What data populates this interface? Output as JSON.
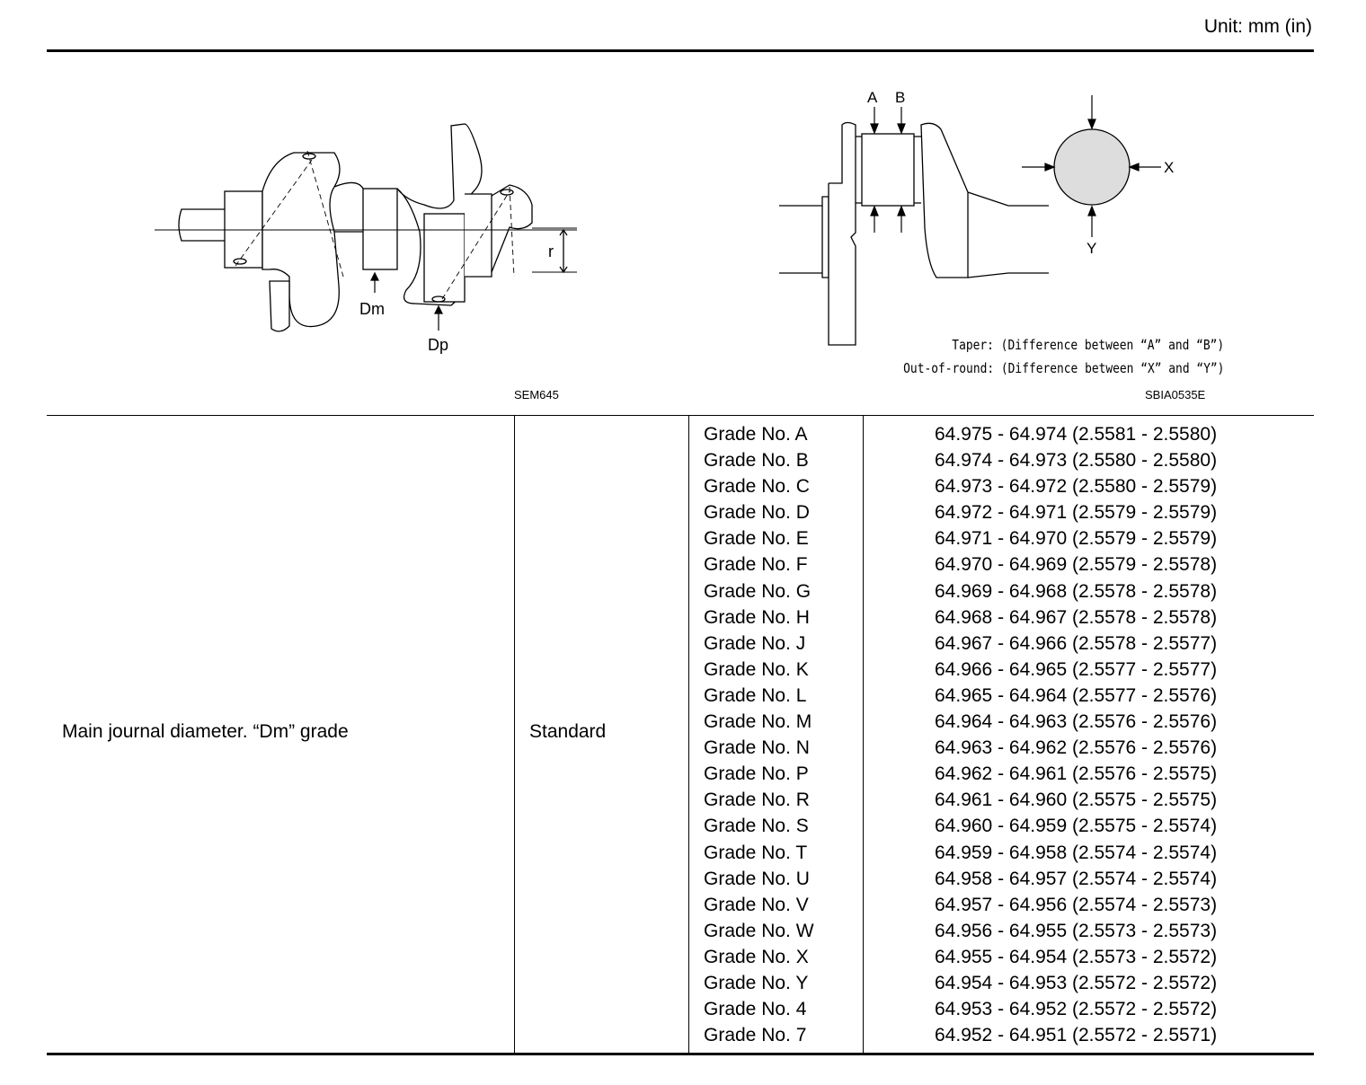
{
  "header": {
    "unit": "Unit: mm (in)"
  },
  "figure": {
    "left_code": "SEM645",
    "right_code": "SBIA0535E",
    "left_labels": {
      "dm": "Dm",
      "dp": "Dp",
      "r": "r"
    },
    "right_labels": {
      "a": "A",
      "b": "B",
      "x": "X",
      "y": "Y"
    },
    "captions": {
      "taper": "Taper: (Difference between “A” and “B”)",
      "out_of_round": "Out-of-round: (Difference between “X” and “Y”)"
    }
  },
  "table": {
    "item": "Main journal diameter. “Dm” grade",
    "condition": "Standard",
    "rows": [
      {
        "grade": "Grade No. A",
        "value": "64.975 - 64.974 (2.5581 - 2.5580)"
      },
      {
        "grade": "Grade No. B",
        "value": "64.974 - 64.973 (2.5580 - 2.5580)"
      },
      {
        "grade": "Grade No. C",
        "value": "64.973 - 64.972 (2.5580 - 2.5579)"
      },
      {
        "grade": "Grade No. D",
        "value": "64.972 - 64.971 (2.5579 - 2.5579)"
      },
      {
        "grade": "Grade No. E",
        "value": "64.971 - 64.970 (2.5579 - 2.5579)"
      },
      {
        "grade": "Grade No. F",
        "value": "64.970 - 64.969 (2.5579 - 2.5578)"
      },
      {
        "grade": "Grade No. G",
        "value": "64.969 - 64.968 (2.5578 - 2.5578)"
      },
      {
        "grade": "Grade No. H",
        "value": "64.968 - 64.967 (2.5578 - 2.5578)"
      },
      {
        "grade": "Grade No. J",
        "value": "64.967 - 64.966 (2.5578 - 2.5577)"
      },
      {
        "grade": "Grade No. K",
        "value": "64.966 - 64.965 (2.5577 - 2.5577)"
      },
      {
        "grade": "Grade No. L",
        "value": "64.965 - 64.964 (2.5577 - 2.5576)"
      },
      {
        "grade": "Grade No. M",
        "value": "64.964 - 64.963 (2.5576 - 2.5576)"
      },
      {
        "grade": "Grade No. N",
        "value": "64.963 - 64.962 (2.5576 - 2.5576)"
      },
      {
        "grade": "Grade No. P",
        "value": "64.962 - 64.961 (2.5576 - 2.5575)"
      },
      {
        "grade": "Grade No. R",
        "value": "64.961 - 64.960 (2.5575 - 2.5575)"
      },
      {
        "grade": "Grade No. S",
        "value": "64.960 - 64.959 (2.5575 - 2.5574)"
      },
      {
        "grade": "Grade No. T",
        "value": "64.959 - 64.958 (2.5574 - 2.5574)"
      },
      {
        "grade": "Grade No. U",
        "value": "64.958 - 64.957 (2.5574 - 2.5574)"
      },
      {
        "grade": "Grade No. V",
        "value": "64.957 - 64.956 (2.5574 - 2.5573)"
      },
      {
        "grade": "Grade No. W",
        "value": "64.956 - 64.955 (2.5573 - 2.5573)"
      },
      {
        "grade": "Grade No. X",
        "value": "64.955 - 64.954 (2.5573 - 2.5572)"
      },
      {
        "grade": "Grade No. Y",
        "value": "64.954 - 64.953 (2.5572 - 2.5572)"
      },
      {
        "grade": "Grade No. 4",
        "value": "64.953 - 64.952 (2.5572 - 2.5572)"
      },
      {
        "grade": "Grade No. 7",
        "value": "64.952 - 64.951 (2.5572 - 2.5571)"
      }
    ]
  }
}
